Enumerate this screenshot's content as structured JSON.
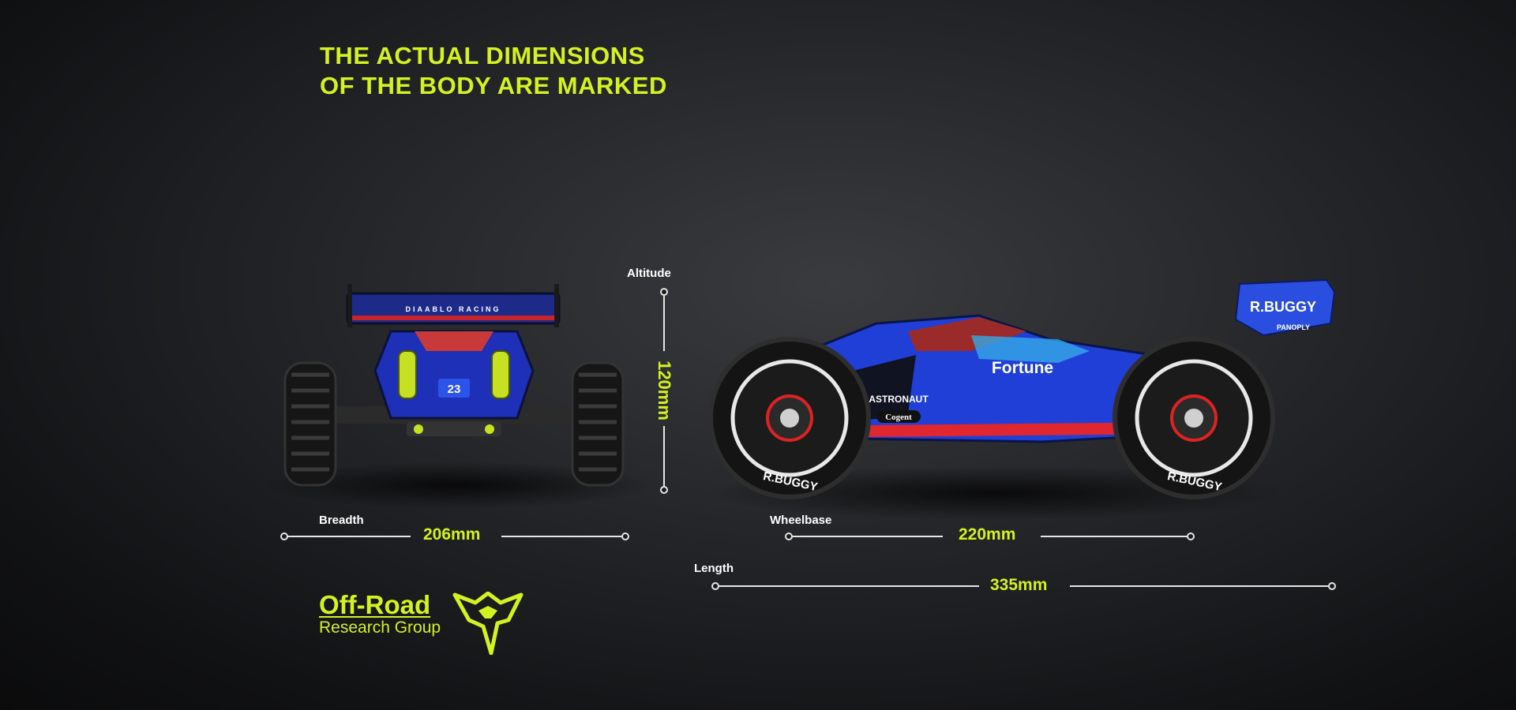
{
  "headline": {
    "line1": "THE ACTUAL DIMENSIONS",
    "line2": "OF THE BODY ARE MARKED"
  },
  "dimensions": {
    "altitude": {
      "label": "Altitude",
      "value": "120mm"
    },
    "breadth": {
      "label": "Breadth",
      "value": "206mm"
    },
    "wheelbase": {
      "label": "Wheelbase",
      "value": "220mm"
    },
    "length": {
      "label": "Length",
      "value": "335mm"
    }
  },
  "logo": {
    "line1": "Off-Road",
    "line2": "Research Group"
  },
  "car": {
    "sponsor_main": "Fortune",
    "sponsor_secondary": "ASTRONAUT",
    "sponsor_tertiary": "Cogent",
    "wing_brand": "R.BUGGY",
    "wing_sub": "PANOPLY",
    "tire_brand": "R.BUGGY",
    "rear_wing_text": "DIAABLO RACING",
    "number": "23"
  },
  "colors": {
    "accent": "#d4f21f",
    "car_blue": "#1f3fd6",
    "car_red": "#e0262e",
    "line": "#e6e6e6"
  }
}
